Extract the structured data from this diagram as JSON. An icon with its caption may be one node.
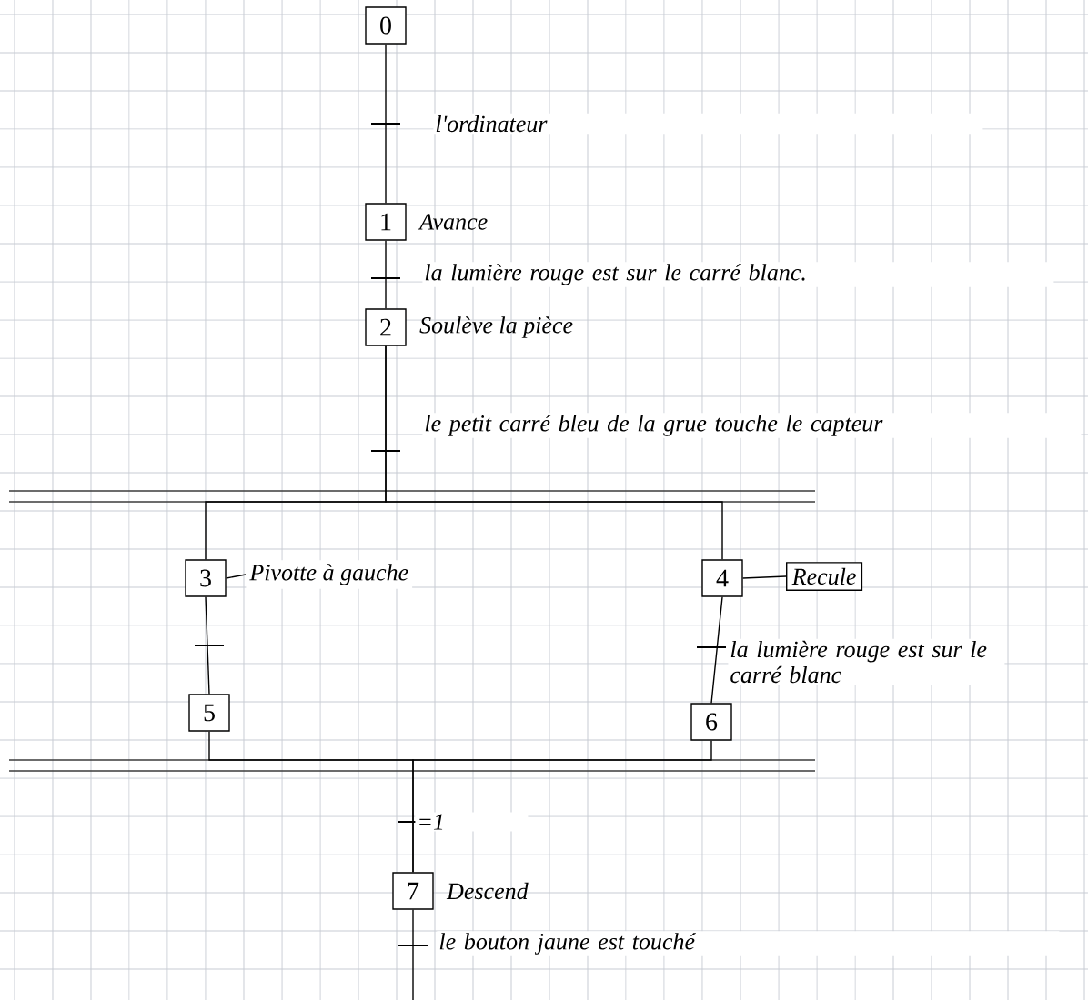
{
  "diagram": {
    "nodes": [
      {
        "text": [
          "0"
        ]
      },
      {
        "text": [
          "1"
        ],
        "beside": [
          "Avance"
        ]
      },
      {
        "text": [
          "2"
        ],
        "beside": [
          "Soulève la pièce"
        ]
      },
      {
        "text": [
          "3"
        ]
      },
      {
        "text": [
          "Pivotte à gauche"
        ]
      },
      {
        "text": [
          "4"
        ]
      },
      {
        "text": [
          "Recule"
        ]
      },
      {
        "text": [
          "5"
        ]
      },
      {
        "text": [
          "6"
        ]
      },
      {
        "text": [
          "7"
        ],
        "beside": [
          "Descend"
        ]
      }
    ],
    "edges": [
      {
        "from": 0,
        "to": 1,
        "arrow": "none",
        "label": "l'ordinateur"
      },
      {
        "from": 1,
        "to": 2,
        "arrow": "none",
        "label": "la lumière rouge est sur le carré blanc."
      },
      {
        "from": 2,
        "to": 3,
        "arrow": "none",
        "label": "le petit carré bleu de la grue touche le capteur"
      },
      {
        "from": 2,
        "to": 5,
        "arrow": "none"
      },
      {
        "from": 3,
        "to": 4,
        "arrow": "none"
      },
      {
        "from": 5,
        "to": 6,
        "arrow": "none"
      },
      {
        "from": 3,
        "to": 7,
        "arrow": "none"
      },
      {
        "from": 5,
        "to": 8,
        "arrow": "none",
        "label": "la lumière rouge est sur le carré blanc"
      },
      {
        "from": 7,
        "to": 9,
        "arrow": "none",
        "label": "=1"
      },
      {
        "from": 8,
        "to": 9,
        "arrow": "none"
      },
      {
        "from": 9,
        "to": null,
        "arrow": "none",
        "label": "le bouton jaune est touché"
      }
    ]
  }
}
